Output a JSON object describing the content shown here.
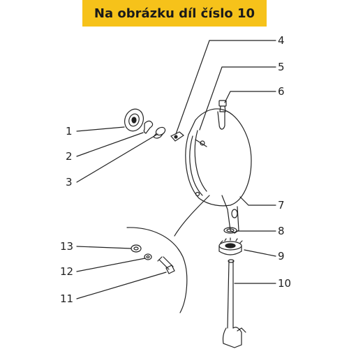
{
  "banner": {
    "text": "Na obrázku díl číslo 10"
  },
  "colors": {
    "banner": "#f6c21a",
    "ink": "#222222"
  },
  "callouts": {
    "c1": "1",
    "c2": "2",
    "c3": "3",
    "c4": "4",
    "c5": "5",
    "c6": "6",
    "c7": "7",
    "c8": "8",
    "c9": "9",
    "c10": "10",
    "c11": "11",
    "c12": "12",
    "c13": "13"
  }
}
